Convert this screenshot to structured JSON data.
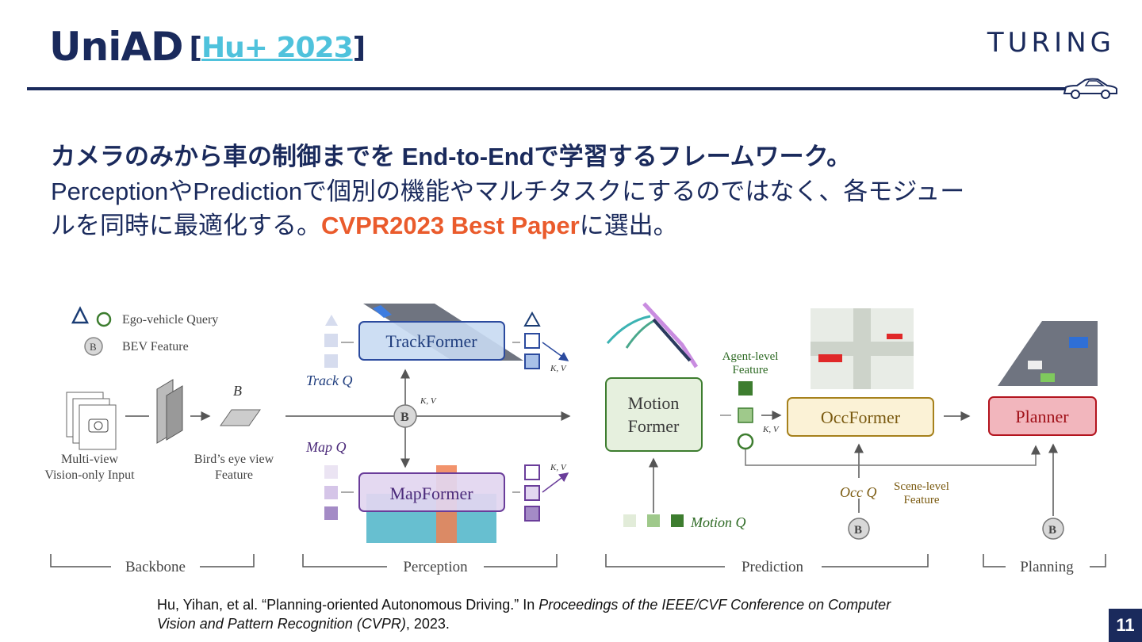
{
  "header": {
    "title": "UniAD",
    "ref_open": "[",
    "ref_link": "Hu+ 2023",
    "ref_close": "]",
    "logo": "TURING"
  },
  "content": {
    "lead": "カメラのみから車の制御までを End-to-Endで学習するフレームワーク。",
    "line1": "PerceptionやPredictionで個別の機能やマルチタスクにするのではなく、各モジュー",
    "line2_before": "ルを同時に最適化する。",
    "line2_highlight": "CVPR2023 Best Paper",
    "line2_after": "に選出。"
  },
  "diagram": {
    "legend_query": "Ego-vehicle Query",
    "legend_bev": "BEV Feature",
    "bev_letter": "B",
    "input_label_1": "Multi-view",
    "input_label_2": "Vision-only Input",
    "bev_label_1": "Bird’s eye view",
    "bev_label_2": "Feature",
    "bev_symbol": "B",
    "track_former": "TrackFormer",
    "track_q": "Track Q",
    "map_former": "MapFormer",
    "map_q": "Map Q",
    "kv": "K, V",
    "motion_former_1": "Motion",
    "motion_former_2": "Former",
    "motion_q": "Motion Q",
    "agent_feature_1": "Agent-level",
    "agent_feature_2": "Feature",
    "occ_former": "OccFormer",
    "occ_q": "Occ Q",
    "scene_feature_1": "Scene-level",
    "scene_feature_2": "Feature",
    "planner": "Planner",
    "section_backbone": "Backbone",
    "section_perception": "Perception",
    "section_prediction": "Prediction",
    "section_planning": "Planning"
  },
  "citation": {
    "line1_plain": "Hu, Yihan, et al. “Planning-oriented Autonomous Driving.” In ",
    "line1_italic": "Proceedings of the IEEE/CVF Conference on Computer",
    "line2_italic": "Vision and Pattern Recognition (CVPR)",
    "line2_plain": ", 2023."
  },
  "page_number": "11",
  "colors": {
    "navy": "#1a2a5c",
    "link": "#4fc2dc",
    "highlight": "#ea5b2c",
    "track": "#c8daf2",
    "map": "#e2d6f0",
    "motion": "#e6f0de",
    "occ": "#fbf2d6",
    "planner": "#f2b6bd"
  }
}
